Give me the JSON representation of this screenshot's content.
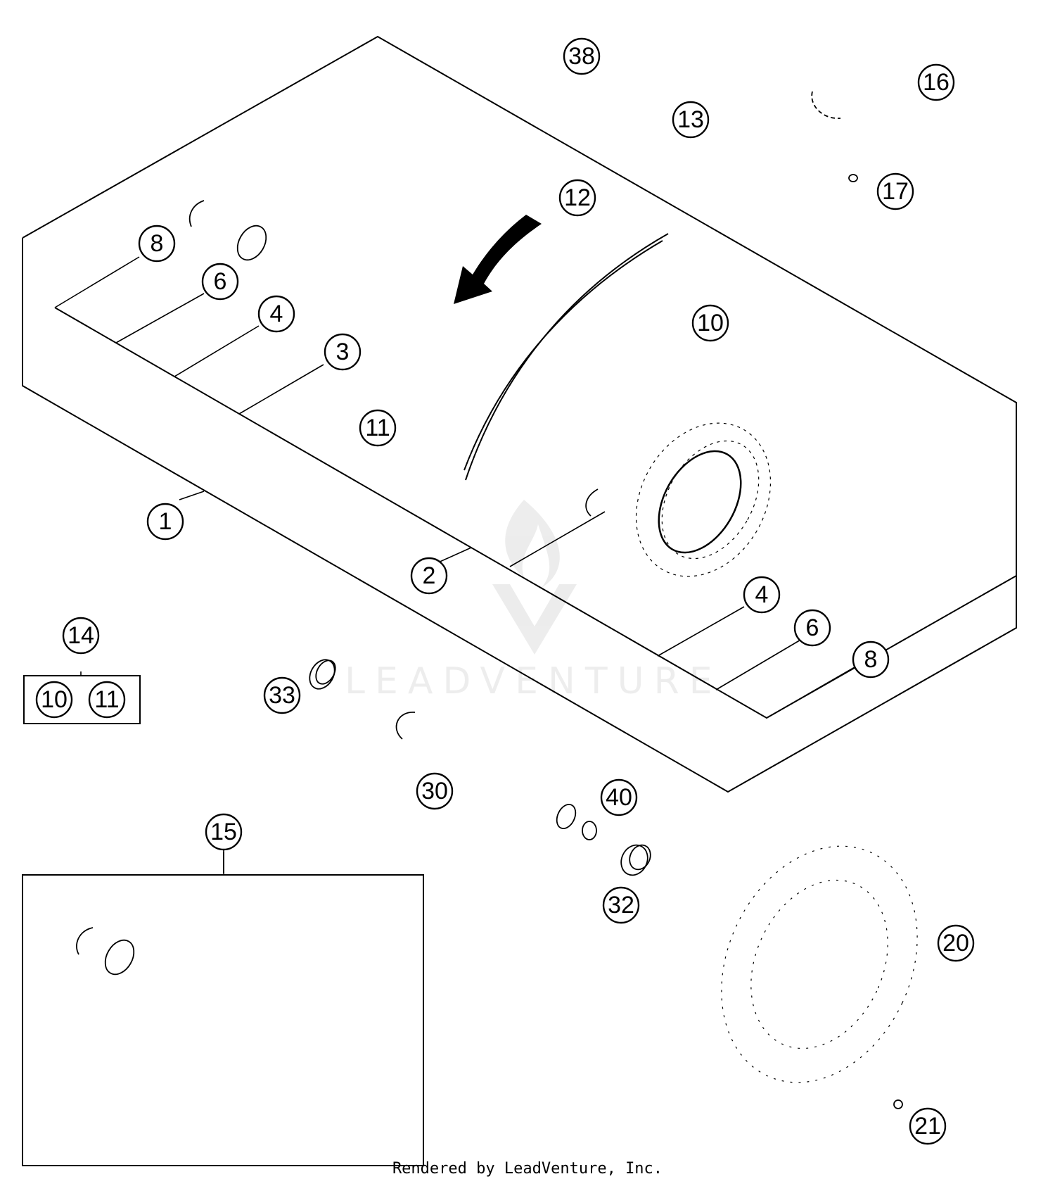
{
  "callouts": {
    "c38": "38",
    "c16": "16",
    "c13": "13",
    "c17": "17",
    "c12": "12",
    "c8_top": "8",
    "c6_top": "6",
    "c4_top": "4",
    "c3": "3",
    "c10_main": "10",
    "c11_main": "11",
    "c1": "1",
    "c2": "2",
    "c4_bot": "4",
    "c6_bot": "6",
    "c8_bot": "8",
    "c14": "14",
    "c14_10": "10",
    "c14_11": "11",
    "c33": "33",
    "c30": "30",
    "c40": "40",
    "c32": "32",
    "c15": "15",
    "c20": "20",
    "c21": "21"
  },
  "watermark": "LEADVENTURE",
  "footer": "Rendered by LeadVenture, Inc.",
  "colors": {
    "line": "#000000",
    "background": "#ffffff"
  }
}
